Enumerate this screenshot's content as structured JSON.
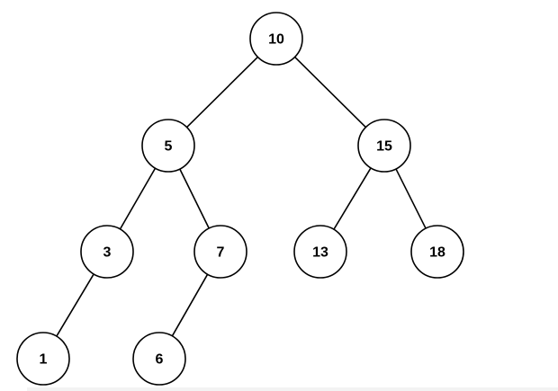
{
  "tree": {
    "nodes": [
      {
        "id": "n10",
        "label": "10"
      },
      {
        "id": "n5",
        "label": "5"
      },
      {
        "id": "n15",
        "label": "15"
      },
      {
        "id": "n3",
        "label": "3"
      },
      {
        "id": "n7",
        "label": "7"
      },
      {
        "id": "n13",
        "label": "13"
      },
      {
        "id": "n18",
        "label": "18"
      },
      {
        "id": "n1",
        "label": "1"
      },
      {
        "id": "n6",
        "label": "6"
      }
    ],
    "edges": [
      {
        "from": "n10",
        "to": "n5"
      },
      {
        "from": "n10",
        "to": "n15"
      },
      {
        "from": "n5",
        "to": "n3"
      },
      {
        "from": "n5",
        "to": "n7"
      },
      {
        "from": "n15",
        "to": "n13"
      },
      {
        "from": "n15",
        "to": "n18"
      },
      {
        "from": "n3",
        "to": "n1"
      },
      {
        "from": "n7",
        "to": "n6"
      }
    ]
  }
}
